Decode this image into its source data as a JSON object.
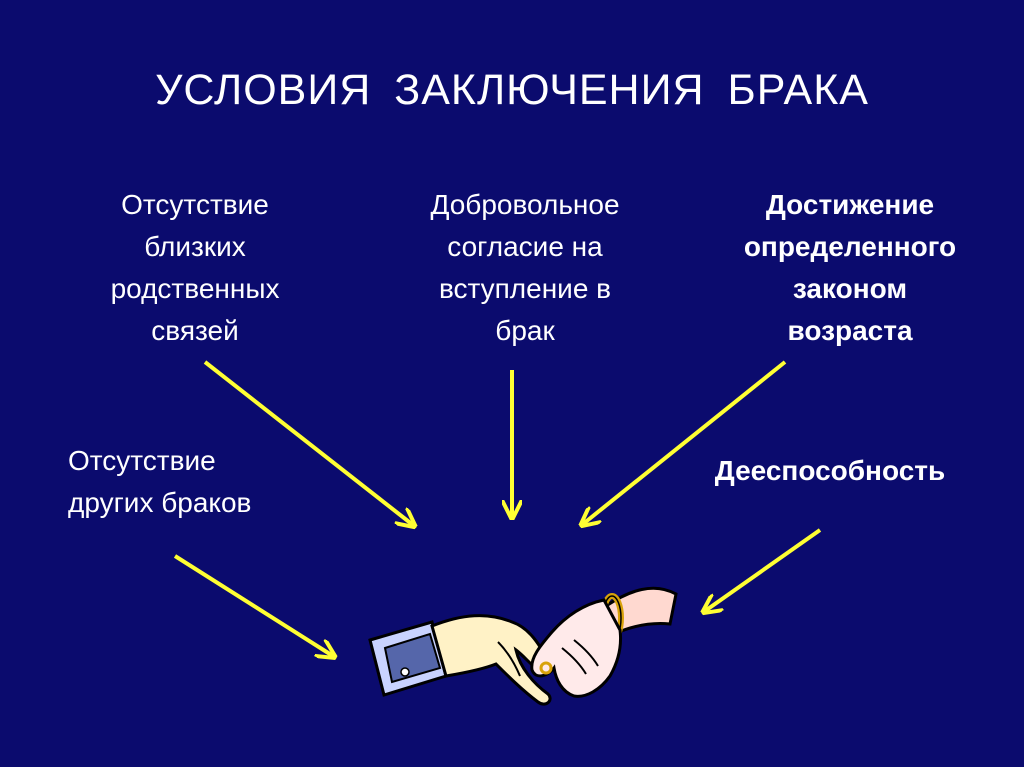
{
  "title": "УСЛОВИЯ  ЗАКЛЮЧЕНИЯ  БРАКА",
  "conditions": [
    {
      "text": "Отсутствие\nблизких\nродственных\nсвязей"
    },
    {
      "text": "Добровольное\nсогласие на\nвступление в\nбрак"
    },
    {
      "text": "Достижение\nопределенного\nзаконом\nвозраста"
    },
    {
      "text": "Отсутствие\nдругих браков"
    },
    {
      "text": "Дееспособность"
    }
  ],
  "colors": {
    "background": "#0b0b6e",
    "text": "#ffffff",
    "arrow": "#ffff33"
  },
  "icons": [
    "handshake-clipart-icon"
  ]
}
